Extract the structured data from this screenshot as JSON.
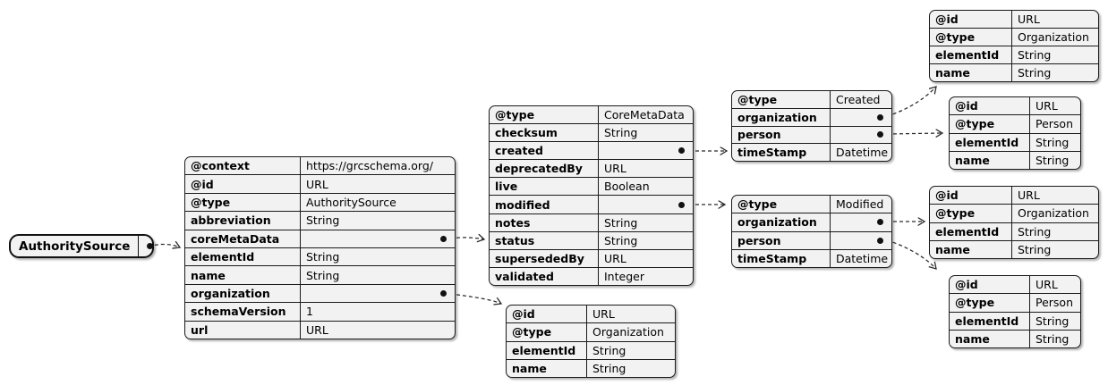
{
  "colors": {
    "background": "#ffffff",
    "table_fill": "#f2f2f2",
    "border": "#1a1a1a",
    "connector": "#2b2b2b"
  },
  "root_node": {
    "label": "AuthoritySource"
  },
  "tables": [
    {
      "id": "authority-source",
      "rows": [
        {
          "key": "@context",
          "value": "https://grcschema.org/"
        },
        {
          "key": "@id",
          "value": "URL"
        },
        {
          "key": "@type",
          "value": "AuthoritySource"
        },
        {
          "key": "abbreviation",
          "value": "String"
        },
        {
          "key": "coreMetaData",
          "value": "",
          "ref": true
        },
        {
          "key": "elementId",
          "value": "String"
        },
        {
          "key": "name",
          "value": "String"
        },
        {
          "key": "organization",
          "value": "",
          "ref": true
        },
        {
          "key": "schemaVersion",
          "value": "1"
        },
        {
          "key": "url",
          "value": "URL"
        }
      ]
    },
    {
      "id": "core-meta-data",
      "rows": [
        {
          "key": "@type",
          "value": "CoreMetaData"
        },
        {
          "key": "checksum",
          "value": "String"
        },
        {
          "key": "created",
          "value": "",
          "ref": true
        },
        {
          "key": "deprecatedBy",
          "value": "URL"
        },
        {
          "key": "live",
          "value": "Boolean"
        },
        {
          "key": "modified",
          "value": "",
          "ref": true
        },
        {
          "key": "notes",
          "value": "String"
        },
        {
          "key": "status",
          "value": "String"
        },
        {
          "key": "supersededBy",
          "value": "URL"
        },
        {
          "key": "validated",
          "value": "Integer"
        }
      ]
    },
    {
      "id": "organization-detail",
      "rows": [
        {
          "key": "@id",
          "value": "URL"
        },
        {
          "key": "@type",
          "value": "Organization"
        },
        {
          "key": "elementId",
          "value": "String"
        },
        {
          "key": "name",
          "value": "String"
        }
      ]
    },
    {
      "id": "created",
      "rows": [
        {
          "key": "@type",
          "value": "Created"
        },
        {
          "key": "organization",
          "value": "",
          "ref": true
        },
        {
          "key": "person",
          "value": "",
          "ref": true
        },
        {
          "key": "timeStamp",
          "value": "Datetime"
        }
      ]
    },
    {
      "id": "modified",
      "rows": [
        {
          "key": "@type",
          "value": "Modified"
        },
        {
          "key": "organization",
          "value": "",
          "ref": true
        },
        {
          "key": "person",
          "value": "",
          "ref": true
        },
        {
          "key": "timeStamp",
          "value": "Datetime"
        }
      ]
    },
    {
      "id": "created-organization",
      "rows": [
        {
          "key": "@id",
          "value": "URL"
        },
        {
          "key": "@type",
          "value": "Organization"
        },
        {
          "key": "elementId",
          "value": "String"
        },
        {
          "key": "name",
          "value": "String"
        }
      ]
    },
    {
      "id": "created-person",
      "rows": [
        {
          "key": "@id",
          "value": "URL"
        },
        {
          "key": "@type",
          "value": "Person"
        },
        {
          "key": "elementId",
          "value": "String"
        },
        {
          "key": "name",
          "value": "String"
        }
      ]
    },
    {
      "id": "modified-organization",
      "rows": [
        {
          "key": "@id",
          "value": "URL"
        },
        {
          "key": "@type",
          "value": "Organization"
        },
        {
          "key": "elementId",
          "value": "String"
        },
        {
          "key": "name",
          "value": "String"
        }
      ]
    },
    {
      "id": "modified-person",
      "rows": [
        {
          "key": "@id",
          "value": "URL"
        },
        {
          "key": "@type",
          "value": "Person"
        },
        {
          "key": "elementId",
          "value": "String"
        },
        {
          "key": "name",
          "value": "String"
        }
      ]
    }
  ],
  "connections": [
    {
      "from": "AuthoritySource",
      "to": "authority-source"
    },
    {
      "from": "authority-source.coreMetaData",
      "to": "core-meta-data"
    },
    {
      "from": "authority-source.organization",
      "to": "organization-detail"
    },
    {
      "from": "core-meta-data.created",
      "to": "created"
    },
    {
      "from": "core-meta-data.modified",
      "to": "modified"
    },
    {
      "from": "created.organization",
      "to": "created-organization"
    },
    {
      "from": "created.person",
      "to": "created-person"
    },
    {
      "from": "modified.organization",
      "to": "modified-organization"
    },
    {
      "from": "modified.person",
      "to": "modified-person"
    }
  ]
}
